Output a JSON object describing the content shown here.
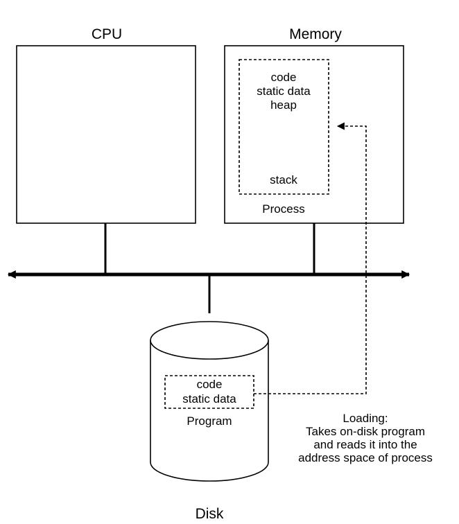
{
  "cpu": {
    "title": "CPU"
  },
  "memory": {
    "title": "Memory",
    "process_label": "Process",
    "segments": [
      "code",
      "static data",
      "heap"
    ],
    "stack_label": "stack"
  },
  "disk": {
    "title": "Disk",
    "program_label": "Program",
    "segments": [
      "code",
      "static data"
    ]
  },
  "loading_note": {
    "lines": [
      "Loading:",
      "Takes on-disk program",
      "and reads it into the",
      "address space of process"
    ]
  },
  "colors": {
    "stroke": "#000000",
    "background": "#ffffff"
  }
}
